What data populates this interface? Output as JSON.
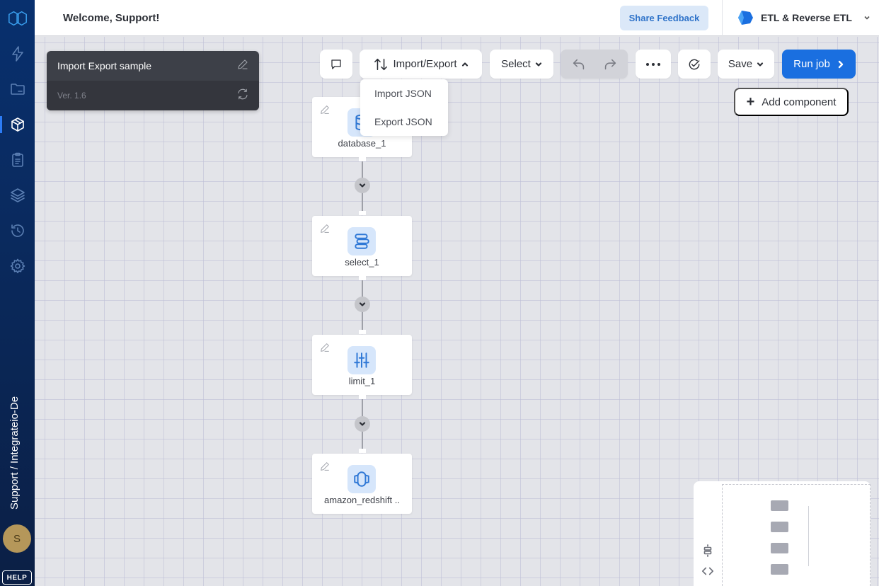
{
  "sidebar": {
    "items": [
      {
        "name": "logo",
        "icon": "logo-icon"
      },
      {
        "name": "lightning",
        "icon": "lightning-icon"
      },
      {
        "name": "folder",
        "icon": "folder-icon"
      },
      {
        "name": "packages",
        "icon": "package-icon",
        "active": true
      },
      {
        "name": "clipboard",
        "icon": "clipboard-icon"
      },
      {
        "name": "layers",
        "icon": "layers-icon"
      },
      {
        "name": "history",
        "icon": "history-icon"
      },
      {
        "name": "settings",
        "icon": "gear-icon"
      }
    ],
    "org_label": "Support / Integrateio-De",
    "avatar_initial": "S",
    "help_label": "HELP"
  },
  "header": {
    "welcome": "Welcome, Support!",
    "share_feedback": "Share Feedback",
    "product": "ETL & Reverse ETL",
    "colors": {
      "share_bg": "#dbe8f8",
      "share_text": "#2f73c9"
    }
  },
  "pipeline": {
    "title": "Import Export sample",
    "version": "Ver. 1.6"
  },
  "toolbar": {
    "import_export_label": "Import/Export",
    "select_label": "Select",
    "save_label": "Save",
    "run_label": "Run job",
    "add_component_label": "Add component",
    "colors": {
      "primary": "#1a6fe0"
    }
  },
  "import_export_menu": {
    "items": [
      "Import JSON",
      "Export JSON"
    ]
  },
  "nodes": [
    {
      "label": "database_1",
      "icon": "database-icon"
    },
    {
      "label": "select_1",
      "icon": "select-icon"
    },
    {
      "label": "limit_1",
      "icon": "sliders-icon"
    },
    {
      "label": "amazon_redshift ..",
      "icon": "redshift-icon"
    }
  ]
}
